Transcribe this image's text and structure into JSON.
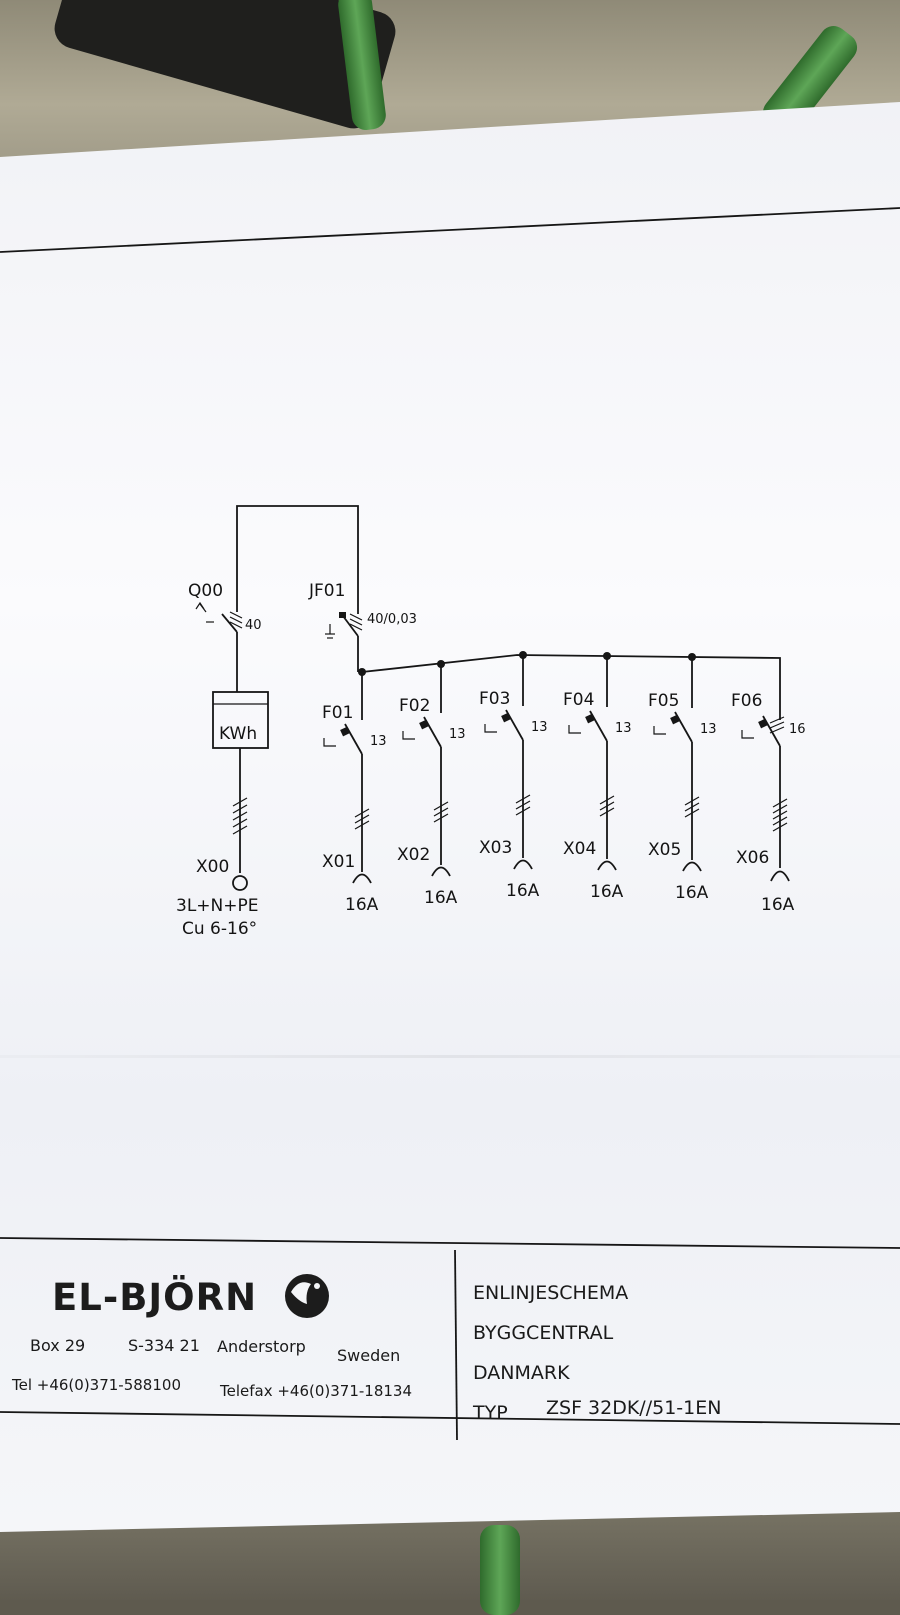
{
  "diagram": {
    "main_switch": {
      "id": "Q00",
      "rating": "40"
    },
    "rcd": {
      "id": "JF01",
      "rating": "40/0,03"
    },
    "meter": {
      "label": "KWh"
    },
    "supply": {
      "id": "X00",
      "line1": "3L+N+PE",
      "line2": "Cu 6-16°"
    },
    "branches": [
      {
        "breaker": "F01",
        "rating": "13",
        "outlet": "X01",
        "current": "16A"
      },
      {
        "breaker": "F02",
        "rating": "13",
        "outlet": "X02",
        "current": "16A"
      },
      {
        "breaker": "F03",
        "rating": "13",
        "outlet": "X03",
        "current": "16A"
      },
      {
        "breaker": "F04",
        "rating": "13",
        "outlet": "X04",
        "current": "16A"
      },
      {
        "breaker": "F05",
        "rating": "13",
        "outlet": "X05",
        "current": "16A"
      },
      {
        "breaker": "F06",
        "rating": "16",
        "outlet": "X06",
        "current": "16A"
      }
    ]
  },
  "title_block": {
    "company_logo_text": "EL-BJÖRN",
    "address": {
      "box": "Box 29",
      "postcode": "S-334 21",
      "city": "Anderstorp",
      "country": "Sweden"
    },
    "phone": "Tel +46(0)371-588100",
    "fax": "Telefax +46(0)371-18134",
    "title_lines": [
      "ENLINJESCHEMA",
      "BYGGCENTRAL",
      "DANMARK"
    ],
    "type_label": "TYP",
    "type_value": "ZSF 32DK//51-1EN"
  }
}
